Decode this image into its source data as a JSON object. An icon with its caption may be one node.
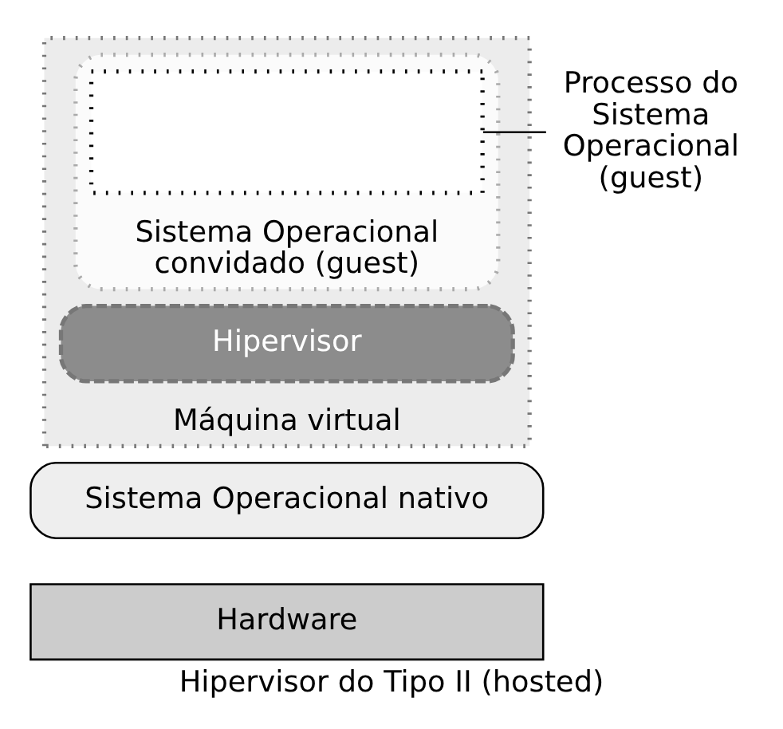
{
  "diagram": {
    "caption": "Hipervisor do Tipo II (hosted)",
    "nodes": [
      {
        "text": [
          "Máquina virtual"
        ]
      },
      {
        "text": [
          "Sistema Operacional convidado (guest)"
        ],
        "in": 0
      },
      {
        "text": [],
        "shape": "box",
        "in": 1
      },
      {
        "text": [
          "Processo do Sistema Operacional (guest)"
        ]
      },
      {
        "text": [
          "Hipervisor"
        ],
        "in": 0
      },
      {
        "text": [
          "Sistema Operacional nativo"
        ]
      },
      {
        "text": [
          "Hardware"
        ]
      }
    ],
    "edges": [
      {
        "from": 3,
        "to": 2,
        "arrow": "none"
      }
    ]
  }
}
